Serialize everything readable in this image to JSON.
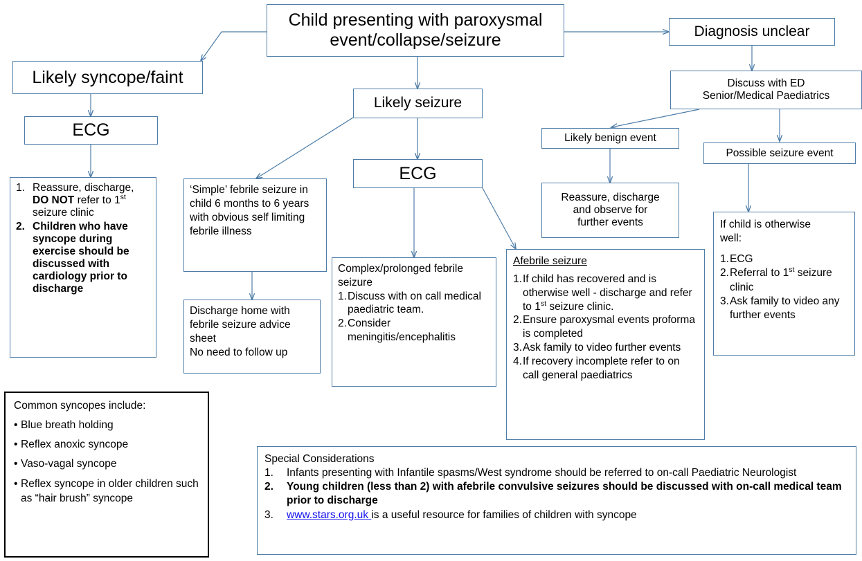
{
  "theme": {
    "connector_color": "#4E7DA8",
    "box_border": "#4E7DA8",
    "note_border": "#000000",
    "link_color": "#1010EE",
    "background": "#FFFFFF"
  },
  "nodes": {
    "root": {
      "line1": "Child presenting with paroxysmal",
      "line2": "event/collapse/seizure"
    },
    "syncope": {
      "label": "Likely syncope/faint"
    },
    "ecg_left": {
      "label": "ECG"
    },
    "seizure": {
      "label": "Likely seizure"
    },
    "ecg_mid": {
      "label": "ECG"
    },
    "diagnosis_unclear": {
      "label": "Diagnosis unclear"
    },
    "discuss_ed": {
      "line1": "Discuss with ED",
      "line2": "Senior/Medical Paediatrics"
    },
    "benign": {
      "label": "Likely benign event"
    },
    "reassure": {
      "line1": "Reassure, discharge",
      "line2": "and observe for",
      "line3": "further events"
    },
    "possible_seizure": {
      "label": "Possible seizure event"
    }
  },
  "syncope_actions": {
    "items": [
      {
        "marker": "1.",
        "parts": [
          {
            "t": "Reassure, discharge, ",
            "b": false
          },
          {
            "t": "DO NOT",
            "b": true
          },
          {
            "t": " refer to 1",
            "b": false
          },
          {
            "t": "st",
            "b": false,
            "sup": true
          },
          {
            "t": " seizure clinic",
            "b": false
          }
        ]
      },
      {
        "marker": "2.",
        "parts": [
          {
            "t": "Children who have syncope during exercise should be discussed with cardiology prior to discharge",
            "b": true
          }
        ]
      }
    ]
  },
  "simple_febrile": {
    "text": "‘Simple’ febrile seizure in child 6 months to 6 years with obvious self limiting febrile illness"
  },
  "discharge_home": {
    "line1": "Discharge home with febrile seizure advice sheet",
    "line2": "No need to follow up"
  },
  "complex_febrile": {
    "heading": "Complex/prolonged febrile seizure",
    "items": [
      {
        "marker": "1.",
        "text": "Discuss with on call medical paediatric team."
      },
      {
        "marker": "2.",
        "text": "Consider meningitis/encephalitis"
      }
    ]
  },
  "afebrile": {
    "heading": "Afebrile seizure",
    "items": [
      {
        "marker": "1.",
        "parts": [
          {
            "t": "If child has recovered and is otherwise well - discharge and refer to 1"
          },
          {
            "t": "st",
            "sup": true
          },
          {
            "t": " seizure clinic."
          }
        ]
      },
      {
        "marker": "2.",
        "parts": [
          {
            "t": "Ensure paroxysmal events proforma is completed"
          }
        ]
      },
      {
        "marker": "3.",
        "parts": [
          {
            "t": "Ask family to video further events"
          }
        ]
      },
      {
        "marker": "4.",
        "parts": [
          {
            "t": "If recovery incomplete refer to on call general paediatrics"
          }
        ]
      }
    ]
  },
  "if_well": {
    "heading_line1": "If child is otherwise",
    "heading_line2": "well:",
    "items": [
      {
        "marker": "1.",
        "parts": [
          {
            "t": "ECG"
          }
        ]
      },
      {
        "marker": "2.",
        "parts": [
          {
            "t": "Referral to 1"
          },
          {
            "t": "st",
            "sup": true
          },
          {
            "t": " seizure clinic"
          }
        ]
      },
      {
        "marker": "3.",
        "parts": [
          {
            "t": "Ask family to video any further events"
          }
        ]
      }
    ]
  },
  "common_syncopes": {
    "heading": "Common syncopes include:",
    "items": [
      "Blue breath holding",
      "Reflex anoxic syncope",
      "Vaso-vagal syncope",
      "Reflex syncope in older children such as “hair brush” syncope"
    ]
  },
  "special_considerations": {
    "heading": "Special Considerations",
    "items": [
      {
        "marker": "1.",
        "bold": false,
        "parts": [
          {
            "t": "Infants presenting with Infantile spasms/West syndrome should be referred to on-call Paediatric Neurologist"
          }
        ]
      },
      {
        "marker": "2.",
        "bold": true,
        "parts": [
          {
            "t": "Young children (less than 2) with afebrile convulsive seizures should be discussed with on-call medical team prior to discharge"
          }
        ]
      },
      {
        "marker": "3.",
        "bold": false,
        "parts": [
          {
            "t": "www.stars.org.uk ",
            "link": true
          },
          {
            "t": "is a useful resource for families of children with syncope"
          }
        ]
      }
    ]
  }
}
